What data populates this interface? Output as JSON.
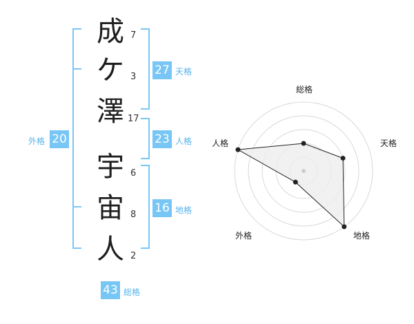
{
  "name_chars": [
    {
      "char": "成",
      "strokes": "7"
    },
    {
      "char": "ケ",
      "strokes": "3"
    },
    {
      "char": "澤",
      "strokes": "17"
    },
    {
      "char": "宇",
      "strokes": "6"
    },
    {
      "char": "宙",
      "strokes": "8"
    },
    {
      "char": "人",
      "strokes": "2"
    }
  ],
  "fortunes": {
    "tenkaku": {
      "value": "27",
      "label": "天格"
    },
    "jinkaku": {
      "value": "23",
      "label": "人格"
    },
    "chikaku": {
      "value": "16",
      "label": "地格"
    },
    "gaikaku": {
      "value": "20",
      "label": "外格"
    },
    "soukaku": {
      "value": "43",
      "label": "総格"
    }
  },
  "radar": {
    "axes": [
      "総格",
      "天格",
      "地格",
      "外格",
      "人格"
    ],
    "max_level": 5,
    "levels": [
      2,
      3,
      5,
      1,
      5
    ]
  },
  "colors": {
    "accent": "#78c6f5",
    "bracket": "#78c6f5",
    "label": "#55b4ec",
    "radar_fill": "#eeeeee",
    "radar_line": "#222222",
    "grid": "#d8d8d8"
  }
}
